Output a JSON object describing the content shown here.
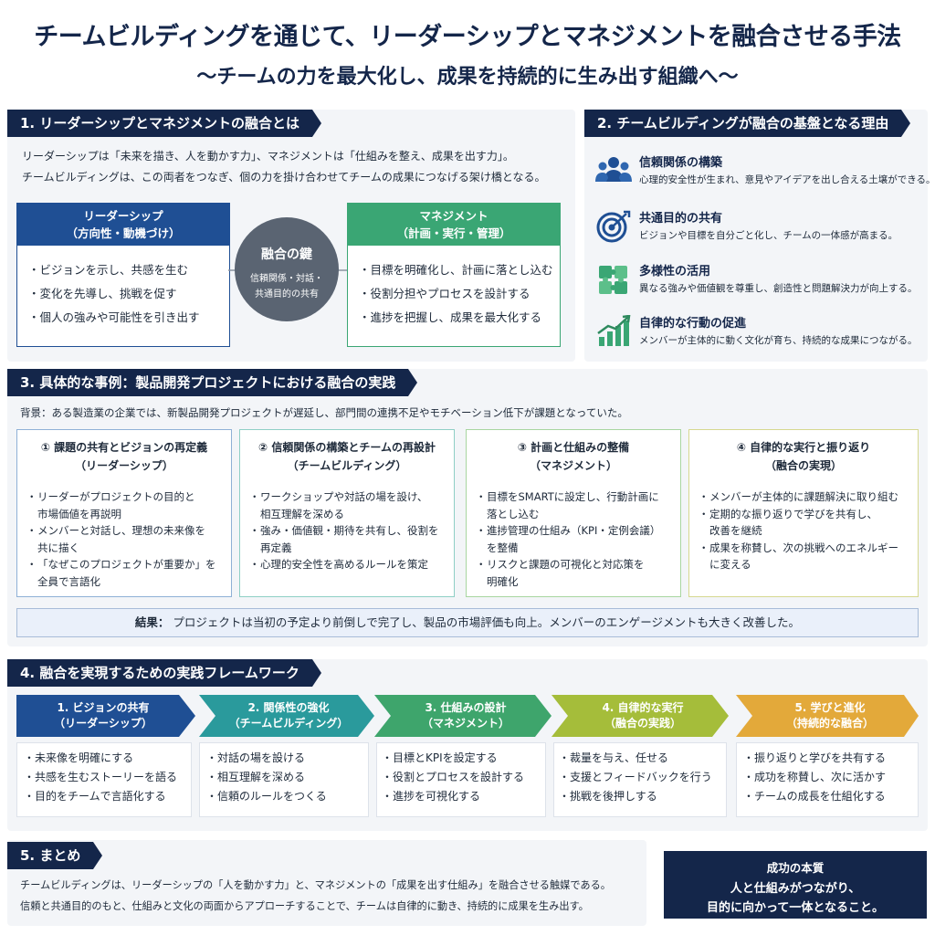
{
  "header": {
    "title": "チームビルディングを通じて、リーダーシップとマネジメントを融合させる手法",
    "subtitle": "〜チームの力を最大化し、成果を持続的に生み出す組織へ〜"
  },
  "colors": {
    "navy": "#14264a",
    "blue": "#1f4f94",
    "green": "#3aa674",
    "grey": "#5a6472"
  },
  "section1": {
    "title": "1. リーダーシップとマネジメントの融合とは",
    "line1": "リーダーシップは「未来を描き、人を動かす力」、マネジメントは「仕組みを整え、成果を出す力」。",
    "line2": "チームビルディングは、この両者をつなぎ、個の力を掛け合わせてチームの成果につなげる架け橋となる。",
    "leadership": {
      "head1": "リーダーシップ",
      "head2": "（方向性・動機づけ）",
      "items": [
        "ビジョンを示し、共感を生む",
        "変化を先導し、挑戦を促す",
        "個人の強みや可能性を引き出す"
      ]
    },
    "key": {
      "title": "融合の鍵",
      "line1": "信頼関係・対話・",
      "line2": "共通目的の共有"
    },
    "management": {
      "head1": "マネジメント",
      "head2": "（計画・実行・管理）",
      "items": [
        "目標を明確化し、計画に落とし込む",
        "役割分担やプロセスを設計する",
        "進捗を把握し、成果を最大化する"
      ]
    }
  },
  "section2": {
    "title": "2. チームビルディングが融合の基盤となる理由",
    "items": [
      {
        "icon": "people-group-icon",
        "title": "信頼関係の構築",
        "desc": "心理的安全性が生まれ、意見やアイデアを出し合える土壌ができる。"
      },
      {
        "icon": "target-icon",
        "title": "共通目的の共有",
        "desc": "ビジョンや目標を自分ごと化し、チームの一体感が高まる。"
      },
      {
        "icon": "puzzle-icon",
        "title": "多様性の活用",
        "desc": "異なる強みや価値観を尊重し、創造性と問題解決力が向上する。"
      },
      {
        "icon": "growth-chart-icon",
        "title": "自律的な行動の促進",
        "desc": "メンバーが主体的に動く文化が育ち、持続的な成果につながる。"
      }
    ]
  },
  "section3": {
    "title": "3. 具体的な事例：製品開発プロジェクトにおける融合の実践",
    "background": "背景：ある製造業の企業では、新製品開発プロジェクトが遅延し、部門間の連携不足やモチベーション低下が課題となっていた。",
    "cards": [
      {
        "title": "① 課題の共有とビジョンの再定義",
        "sub": "（リーダーシップ）",
        "items": [
          [
            "リーダーがプロジェクトの目的と",
            "市場価値を再説明"
          ],
          [
            "メンバーと対話し、理想の未来像を",
            "共に描く"
          ],
          [
            "「なぜこのプロジェクトが重要か」を",
            "全員で言語化"
          ]
        ]
      },
      {
        "title": "② 信頼関係の構築とチームの再設計",
        "sub": "（チームビルディング）",
        "items": [
          [
            "ワークショップや対話の場を設け、",
            "相互理解を深める"
          ],
          [
            "強み・価値観・期待を共有し、役割を",
            "再定義"
          ],
          [
            "心理的安全性を高めるルールを策定"
          ]
        ]
      },
      {
        "title": "③ 計画と仕組みの整備",
        "sub": "（マネジメント）",
        "items": [
          [
            "目標をSMARTに設定し、行動計画に",
            "落とし込む"
          ],
          [
            "進捗管理の仕組み（KPI・定例会議）",
            "を整備"
          ],
          [
            "リスクと課題の可視化と対応策を",
            "明確化"
          ]
        ]
      },
      {
        "title": "④ 自律的な実行と振り返り",
        "sub": "（融合の実現）",
        "items": [
          [
            "メンバーが主体的に課題解決に取り組む"
          ],
          [
            "定期的な振り返りで学びを共有し、",
            "改善を継続"
          ],
          [
            "成果を称賛し、次の挑戦へのエネルギー",
            "に変える"
          ]
        ]
      }
    ],
    "result_label": "結果：",
    "result_text": "プロジェクトは当初の予定より前倒しで完了し、製品の市場評価も向上。メンバーのエンゲージメントも大きく改善した。"
  },
  "section4": {
    "title": "4. 融合を実現するための実践フレームワーク",
    "steps": [
      {
        "l1": "1. ビジョンの共有",
        "l2": "（リーダーシップ）",
        "color": "#1f4f94",
        "items": [
          "未来像を明確にする",
          "共感を生むストーリーを語る",
          "目的をチームで言語化する"
        ]
      },
      {
        "l1": "2. 関係性の強化",
        "l2": "（チームビルディング）",
        "color": "#2a9a9c",
        "items": [
          "対話の場を設ける",
          "相互理解を深める",
          "信頼のルールをつくる"
        ]
      },
      {
        "l1": "3. 仕組みの設計",
        "l2": "（マネジメント）",
        "color": "#3ea56c",
        "items": [
          "目標とKPIを設定する",
          "役割とプロセスを設計する",
          "進捗を可視化する"
        ]
      },
      {
        "l1": "4. 自律的な実行",
        "l2": "（融合の実践）",
        "color": "#a5bd3a",
        "items": [
          "裁量を与え、任せる",
          "支援とフィードバックを行う",
          "挑戦を後押しする"
        ]
      },
      {
        "l1": "5. 学びと進化",
        "l2": "（持続的な融合）",
        "color": "#e3a93a",
        "items": [
          "振り返りと学びを共有する",
          "成功を称賛し、次に活かす",
          "チームの成長を仕組化する"
        ]
      }
    ]
  },
  "section5": {
    "title": "5. まとめ",
    "line1": "チームビルディングは、リーダーシップの「人を動かす力」と、マネジメントの「成果を出す仕組み」を融合させる触媒である。",
    "line2": "信頼と共通目的のもと、仕組みと文化の両面からアプローチすることで、チームは自律的に動き、持続的に成果を生み出す。",
    "essence": {
      "title": "成功の本質",
      "line1": "人と仕組みがつながり、",
      "line2": "目的に向かって一体となること。"
    }
  }
}
